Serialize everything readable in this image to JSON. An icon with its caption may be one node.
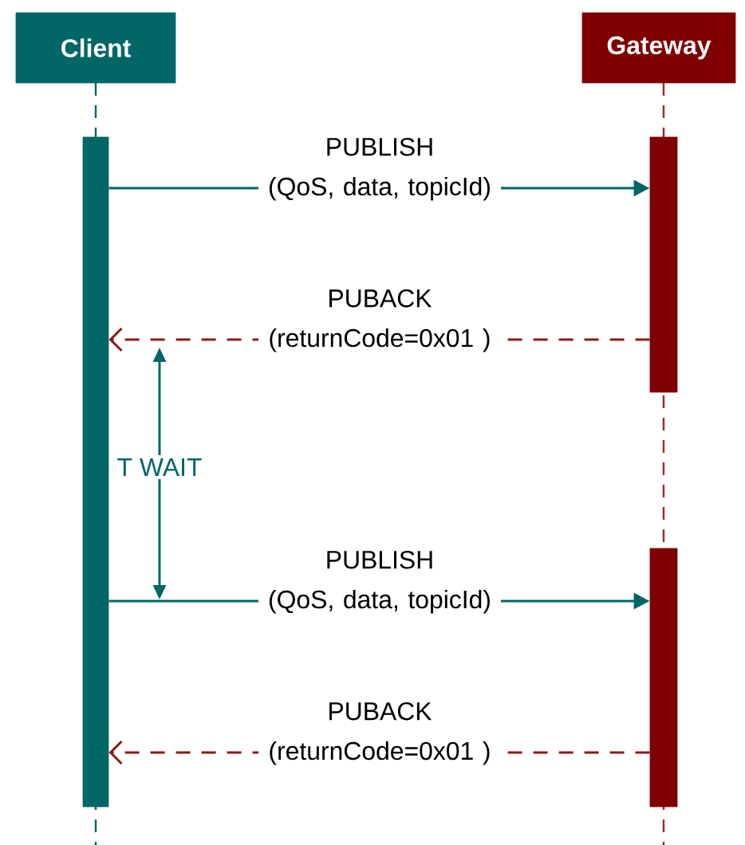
{
  "diagram": {
    "nodes": [
      {
        "text": [
          "Client"
        ]
      },
      {
        "text": [
          "Gateway"
        ]
      },
      {
        "text": [],
        "shape": "bar"
      },
      {
        "text": [],
        "shape": "bar"
      },
      {
        "text": [],
        "shape": "bar"
      }
    ],
    "edges": [
      {
        "from": 2,
        "to": 3,
        "arrow": "to",
        "label": "PUBLISH (QoS, data, topicId)",
        "color": "#006666"
      },
      {
        "from": 3,
        "to": 2,
        "arrow": "to",
        "label": "PUBACK (returnCode=0x01 )",
        "style": "dashed",
        "color": "#8b1a1a"
      },
      {
        "from": 2,
        "to": 4,
        "arrow": "to",
        "label": "PUBLISH (QoS, data, topicId)",
        "color": "#006666"
      },
      {
        "from": 4,
        "to": 2,
        "arrow": "to",
        "label": "PUBACK (returnCode=0x01 )",
        "style": "dashed",
        "color": "#8b1a1a"
      }
    ],
    "labels": [
      "T WAIT"
    ]
  }
}
